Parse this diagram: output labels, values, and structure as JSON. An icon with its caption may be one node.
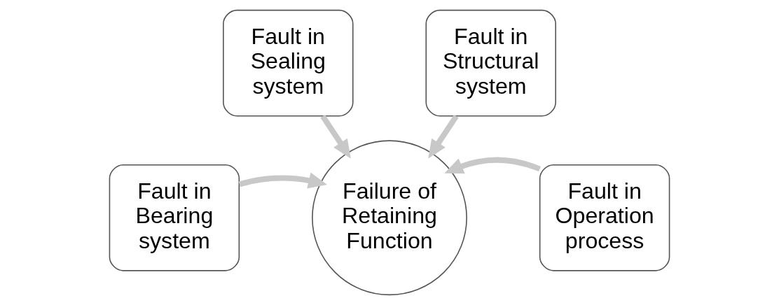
{
  "diagram": {
    "nodes": [
      {
        "text": [
          "Fault in Bearing system"
        ]
      },
      {
        "text": [
          "Fault in Sealing system"
        ]
      },
      {
        "text": [
          "Fault in Structural system"
        ]
      },
      {
        "text": [
          "Fault in Operation process"
        ]
      },
      {
        "text": [
          "Failure of Retaining Function"
        ]
      }
    ],
    "edges": [
      {
        "from": 0,
        "to": 4,
        "arrow": "to"
      },
      {
        "from": 1,
        "to": 4,
        "arrow": "to"
      },
      {
        "from": 2,
        "to": 4,
        "arrow": "to"
      },
      {
        "from": 3,
        "to": 4,
        "arrow": "to"
      }
    ]
  }
}
